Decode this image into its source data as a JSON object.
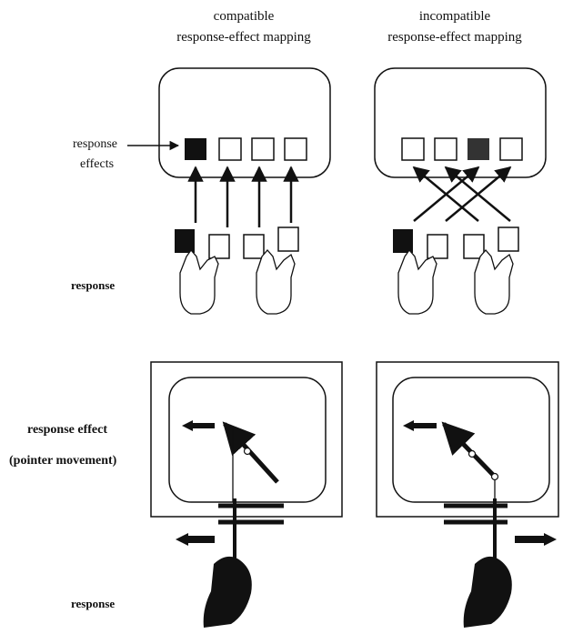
{
  "panels": {
    "compatible_title_line1": "compatible",
    "compatible_title_line2": "response-effect mapping",
    "incompatible_title_line1": "incompatible",
    "incompatible_title_line2": "response-effect mapping"
  },
  "labels": {
    "response_effects_line1": "response",
    "response_effects_line2": "effects",
    "response_top": "response",
    "response_effect_line1": "response effect",
    "response_effect_line2": "(pointer movement)",
    "response_bottom": "response"
  },
  "colors": {
    "ink": "#111111",
    "filled_key": "#111111",
    "filled_key_incompatible": "#333333",
    "screen_fill": "#ffffff"
  },
  "icons": [
    "hand-two-fingers-icon",
    "hand-grip-icon",
    "arrow-left-icon",
    "arrow-right-icon"
  ]
}
